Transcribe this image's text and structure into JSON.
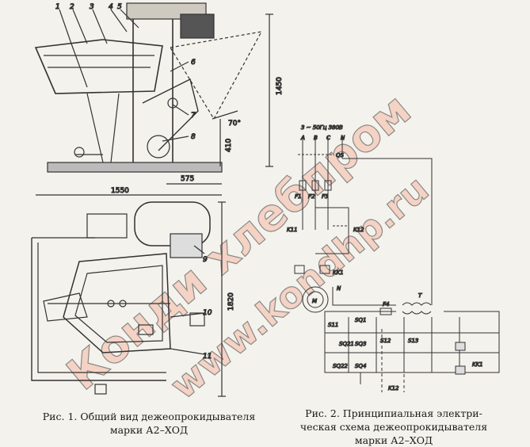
{
  "figure1": {
    "caption_line1": "Рис. 1. Общий вид дежеопрокидывателя",
    "caption_line2": "марки А2–ХОД",
    "part_numbers": [
      "1",
      "2",
      "3",
      "4",
      "5",
      "6",
      "7",
      "8",
      "9",
      "10",
      "11"
    ],
    "dimensions": {
      "height_total": "1450",
      "height_low": "410",
      "width_base": "575",
      "width_total": "1550",
      "depth": "1820",
      "angle": "70°"
    }
  },
  "figure2": {
    "caption_line1": "Рис. 2. Принципиальная электри-",
    "caption_line2": "ческая схема дежеопрокидывателя",
    "caption_line3": "марки А2–ХОД",
    "supply": "3 ~ 50Гц 380В",
    "phases": [
      "А",
      "В",
      "С",
      "N"
    ],
    "labels": {
      "qs": "QS",
      "f1": "F1",
      "f2": "F2",
      "f3": "F3",
      "f4": "F4",
      "k11": "K11",
      "k12": "K12",
      "kk1": "KK1",
      "motor": "M",
      "transformer": "T",
      "sq1": "SQ1",
      "s11": "S11",
      "sq21": "SQ21",
      "sq3": "SQ3",
      "s12": "S12",
      "s13": "S13",
      "sq22": "SQ22",
      "sq4": "SQ4",
      "n": "N"
    }
  },
  "watermark": {
    "line1": "Конди хлебпром",
    "line2": "www.kondhp.ru"
  }
}
